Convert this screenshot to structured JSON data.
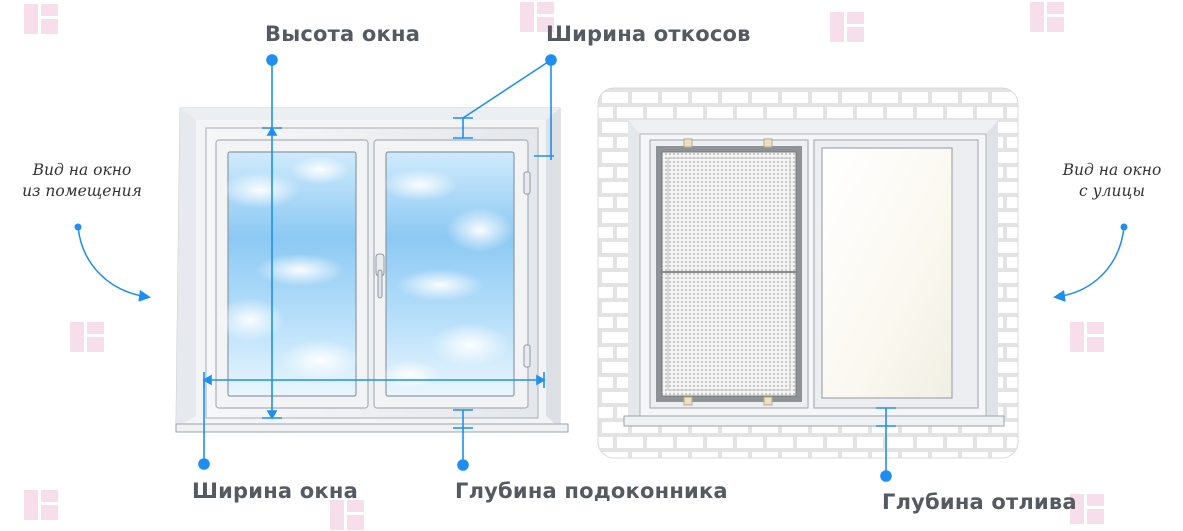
{
  "labels": {
    "window_height": "Высота окна",
    "reveal_width": "Ширина откосов",
    "window_width": "Ширина окна",
    "sill_depth": "Глубина подоконника",
    "drip_depth": "Глубина отлива"
  },
  "views": {
    "inside_line1": "Вид на окно",
    "inside_line2": "из помещения",
    "outside_line1": "Вид на окно",
    "outside_line2": "с улицы"
  },
  "colors": {
    "accent": "#1e8ff0",
    "label_text": "#555a62",
    "frame": "#eef0f3",
    "frame_edge": "#9aa3ad",
    "brick_wall": "#e6e6e6",
    "glass_sky": "#9fd4f7"
  },
  "icons": [
    "watermark-logo-icon",
    "curved-arrow-icon"
  ]
}
